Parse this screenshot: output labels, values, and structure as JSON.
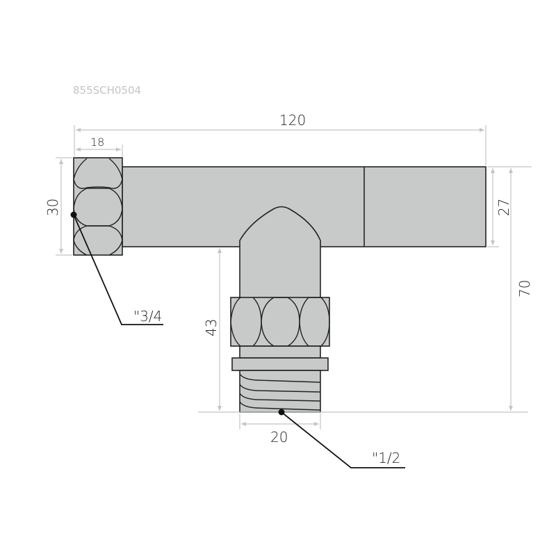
{
  "drawing": {
    "code": "855SCH0504",
    "dimensions": {
      "overall_length": "120",
      "nut_width": "18",
      "nut_height": "30",
      "pipe_height": "27",
      "overall_height": "70",
      "branch_height": "43",
      "branch_width": "20"
    },
    "callouts": {
      "side_thread": "\"3/4",
      "bottom_thread": "\"1/2"
    },
    "colors": {
      "body": "#c8c9c9",
      "outline": "#222222",
      "dimension": "#c4c4c4"
    }
  }
}
